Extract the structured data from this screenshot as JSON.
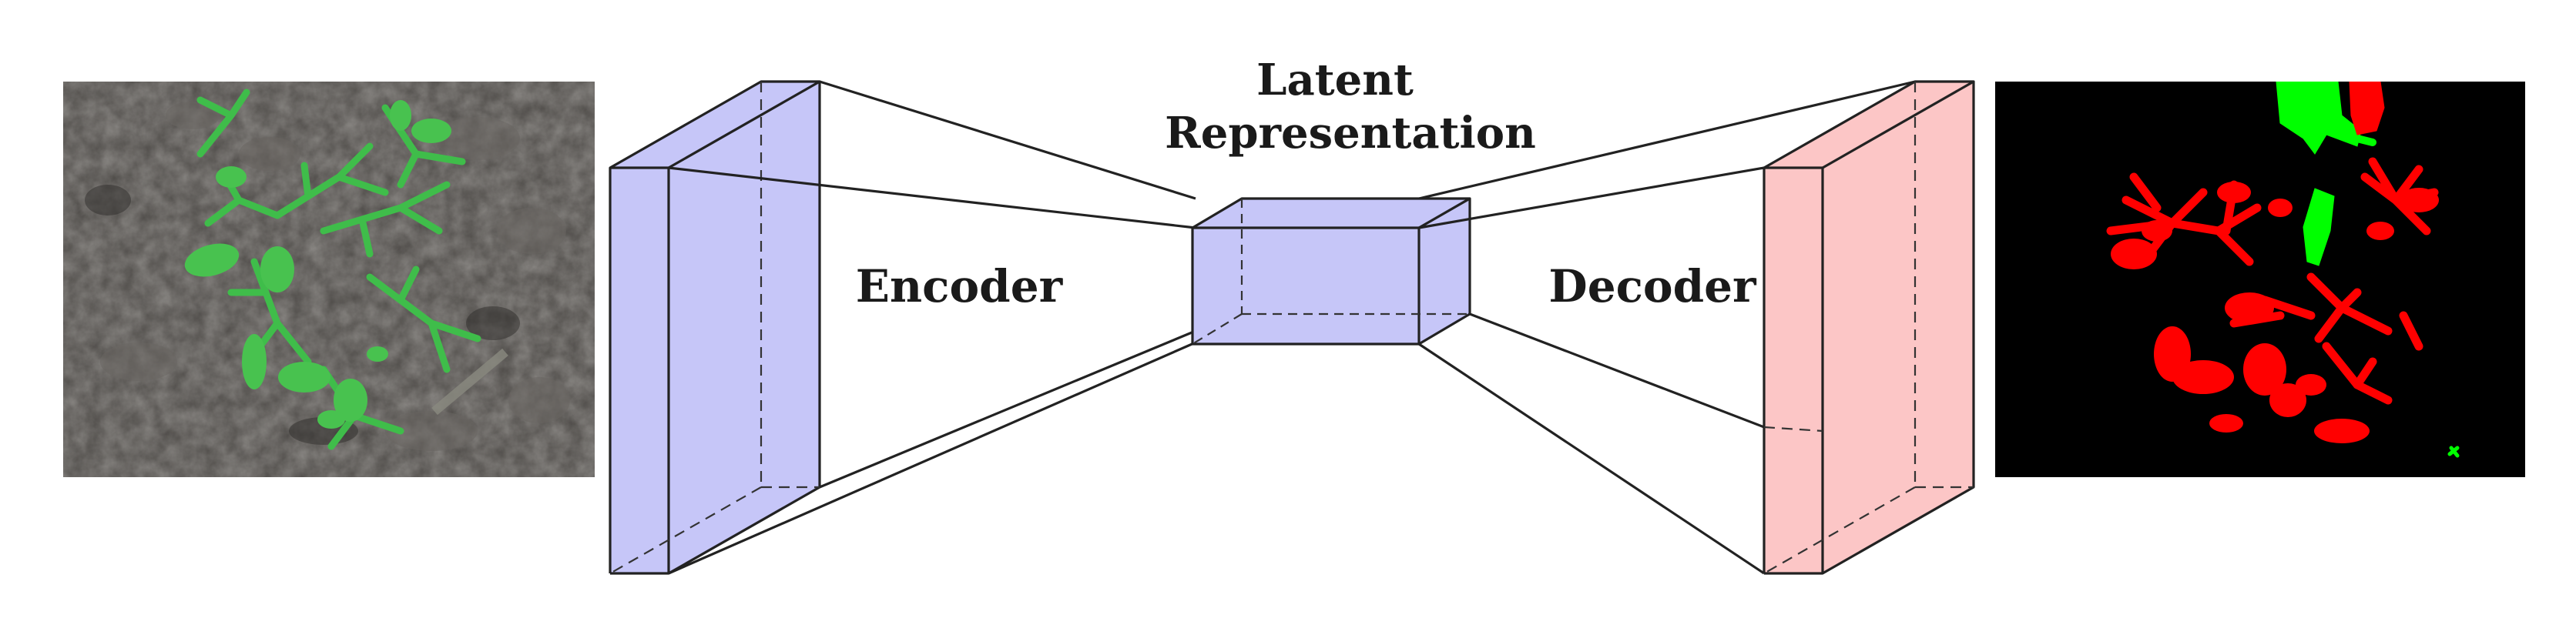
{
  "labels": {
    "latent_line1": "Latent",
    "latent_line2": "Representation",
    "encoder": "Encoder",
    "decoder": "Decoder"
  },
  "colors": {
    "encoder_fill": "#c6c6f8",
    "latent_fill": "#c6c6f8",
    "decoder_fill": "#fcc6c6",
    "soil": "#4d4a47",
    "crop_mask": "#ff0000",
    "weed_mask": "#00ff00",
    "mask_background": "#000000",
    "plant_green": "#3fbd4a"
  },
  "images": {
    "input": "field-rgb-image",
    "output": "segmentation-mask-image"
  }
}
